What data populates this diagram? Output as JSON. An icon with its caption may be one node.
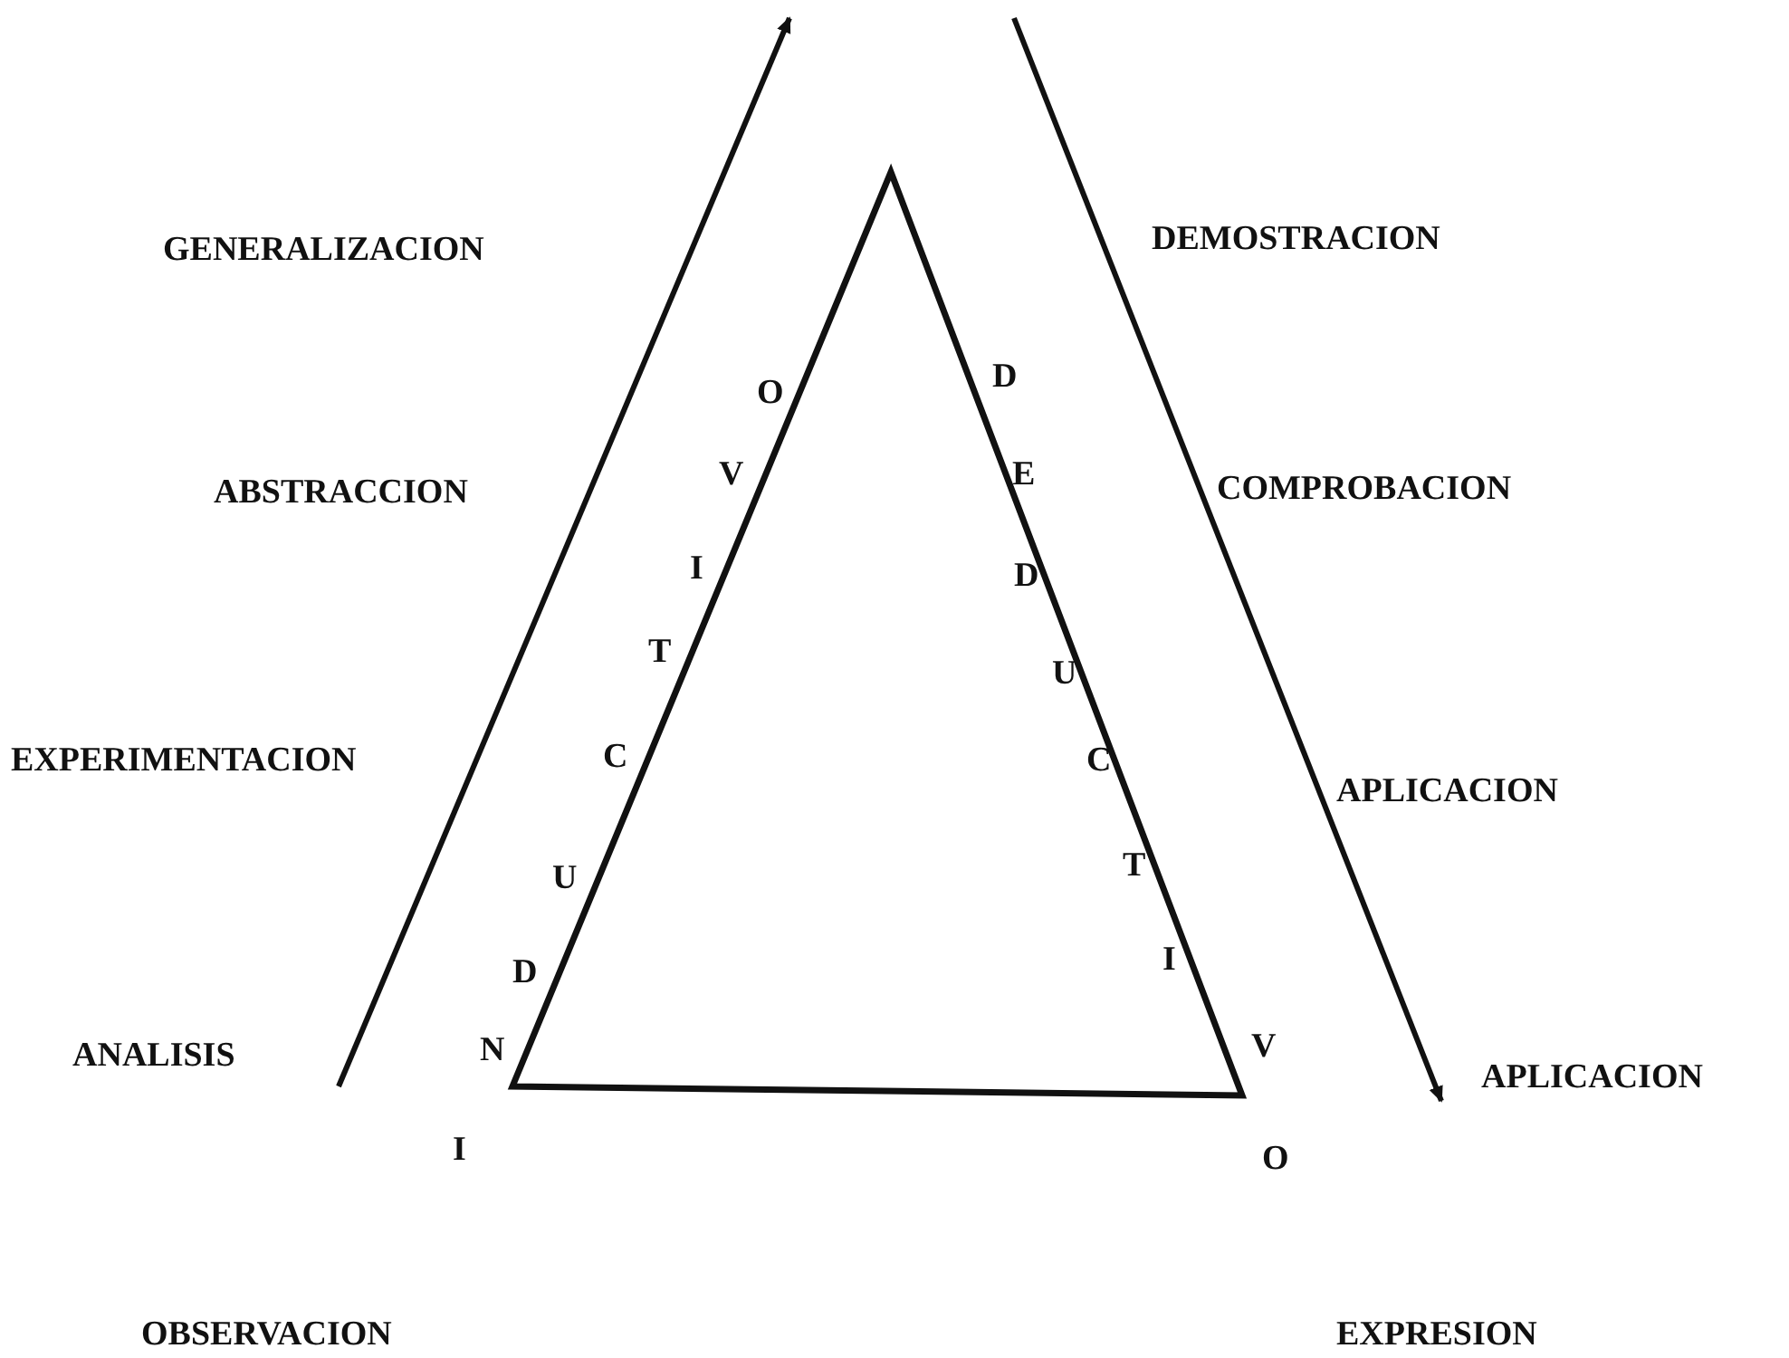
{
  "diagram": {
    "labels": [
      "GENERALIZACION",
      "DEMOSTRACION",
      "ABSTRACCION",
      "COMPROBACION",
      "EXPERIMENTACION",
      "APLICACION",
      "ANALISIS",
      "APLICACION",
      "OBSERVACION",
      "EXPRESION",
      "I",
      "N",
      "D",
      "U",
      "C",
      "T",
      "I",
      "V",
      "O",
      "D",
      "E",
      "D",
      "U",
      "C",
      "T",
      "I",
      "V",
      "O"
    ]
  }
}
